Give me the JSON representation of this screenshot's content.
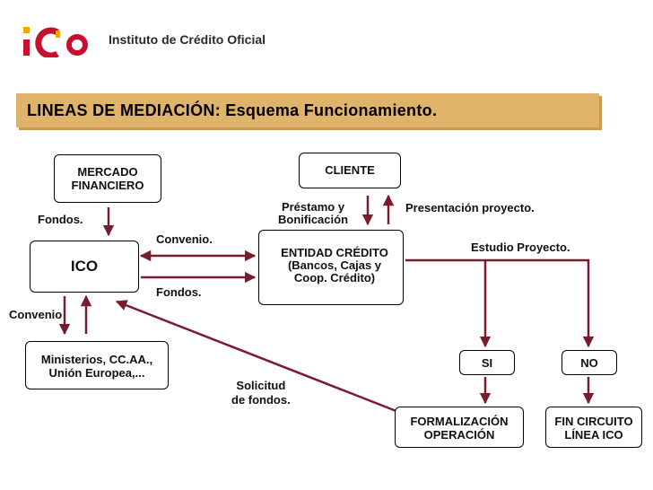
{
  "header": {
    "brand_name": "Instituto de Crédito Oficial",
    "logo_text": "ICO"
  },
  "title": "LINEAS DE MEDIACIÓN: Esquema Funcionamiento.",
  "nodes": {
    "mercado": "MERCADO\nFINANCIERO",
    "cliente": "CLIENTE",
    "ico": "ICO",
    "entidad": "ENTIDAD CRÉDITO\n(Bancos, Cajas y\nCoop. Crédito)",
    "ministerios": "Ministerios, CC.AA.,\nUnión Europea,...",
    "si": "SI",
    "no": "NO",
    "formalizacion": "FORMALIZACIÓN\nOPERACIÓN",
    "fin": "FIN CIRCUITO\nLÍNEA ICO"
  },
  "labels": {
    "fondos_left": "Fondos.",
    "convenio_top": "Convenio.",
    "fondos_mid": "Fondos.",
    "convenio_left": "Convenio",
    "prestamo": "Préstamo y\nBonificación",
    "presentacion": "Presentación proyecto.",
    "estudio": "Estudio Proyecto.",
    "solicitud": "Solicitud\nde fondos."
  },
  "colors": {
    "accent_red": "#c8102e",
    "title_bar": "#e0b36a",
    "arrow": "#7a1b2e"
  }
}
